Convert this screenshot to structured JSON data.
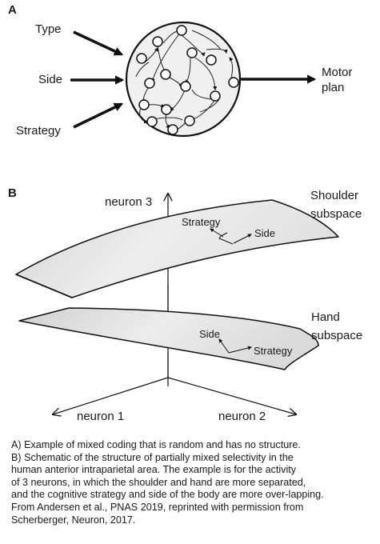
{
  "panel_a": {
    "label": "A",
    "inputs": [
      "Type",
      "Side",
      "Strategy"
    ],
    "output": [
      "Motor",
      "plan"
    ]
  },
  "panel_b": {
    "label": "B",
    "axes": {
      "neuron3": "neuron 3",
      "neuron1": "neuron 1",
      "neuron2": "neuron 2"
    },
    "shoulder": {
      "title": [
        "Shoulder",
        "subspace"
      ],
      "vec1": "Strategy",
      "vec2": "Side"
    },
    "hand": {
      "title": [
        "Hand",
        "subspace"
      ],
      "vec1": "Side",
      "vec2": "Strategy"
    }
  },
  "caption": [
    "A) Example of mixed coding that is random and has no structure.",
    "B) Schematic of the structure of partially mixed selectivity in the",
    "human anterior intraparietal area.  The example is for the activity",
    "of 3 neurons, in which the shoulder and hand are more separated,",
    "and the cognitive strategy and side of the body are more over-lapping.",
    "From Andersen et al., PNAS 2019, reprinted with permission from",
    "Scherberger, Neuron, 2017."
  ]
}
